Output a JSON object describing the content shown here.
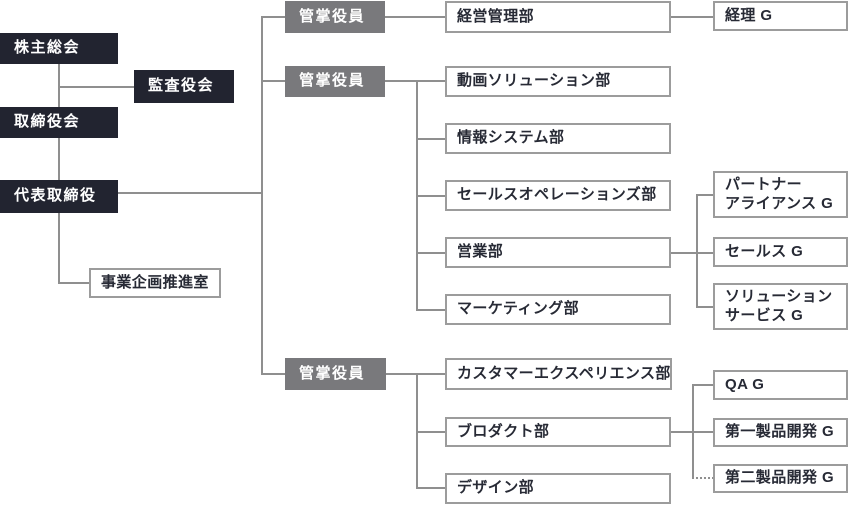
{
  "palette": {
    "background": "#ffffff",
    "dark_box_bg": "#222430",
    "dark_box_text": "#ffffff",
    "gray_box_bg": "#79797c",
    "gray_box_text": "#ffffff",
    "white_box_bg": "#ffffff",
    "white_box_border": "#9c9c9c",
    "white_box_text": "#272a35",
    "line_color": "#8f8f8f"
  },
  "org": {
    "governance": {
      "shareholders_meeting": "株主総会",
      "audit_board": "監査役会",
      "board_of_directors": "取締役会",
      "representative_director": "代表取締役",
      "business_planning_office": "事業企画推進室"
    },
    "officers": {
      "officer1": "管掌役員",
      "officer2": "管掌役員",
      "officer3": "管掌役員"
    },
    "departments": {
      "corporate_management": "経営管理部",
      "video_solution": "動画ソリューション部",
      "information_systems": "情報システム部",
      "sales_operations": "セールスオペレーションズ部",
      "sales": "営業部",
      "marketing": "マーケティング部",
      "customer_experience": "カスタマーエクスペリエンス部",
      "product": "ブロダクト部",
      "design": "デザイン部"
    },
    "groups": {
      "accounting": "経理 G",
      "partner_alliance": "パートナー\nアライアンス G",
      "sales": "セールス G",
      "solution_service": "ソリューション\nサービス G",
      "qa": "QA G",
      "product_dev_1": "第一製品開発 G",
      "product_dev_2": "第二製品開発 G"
    }
  }
}
